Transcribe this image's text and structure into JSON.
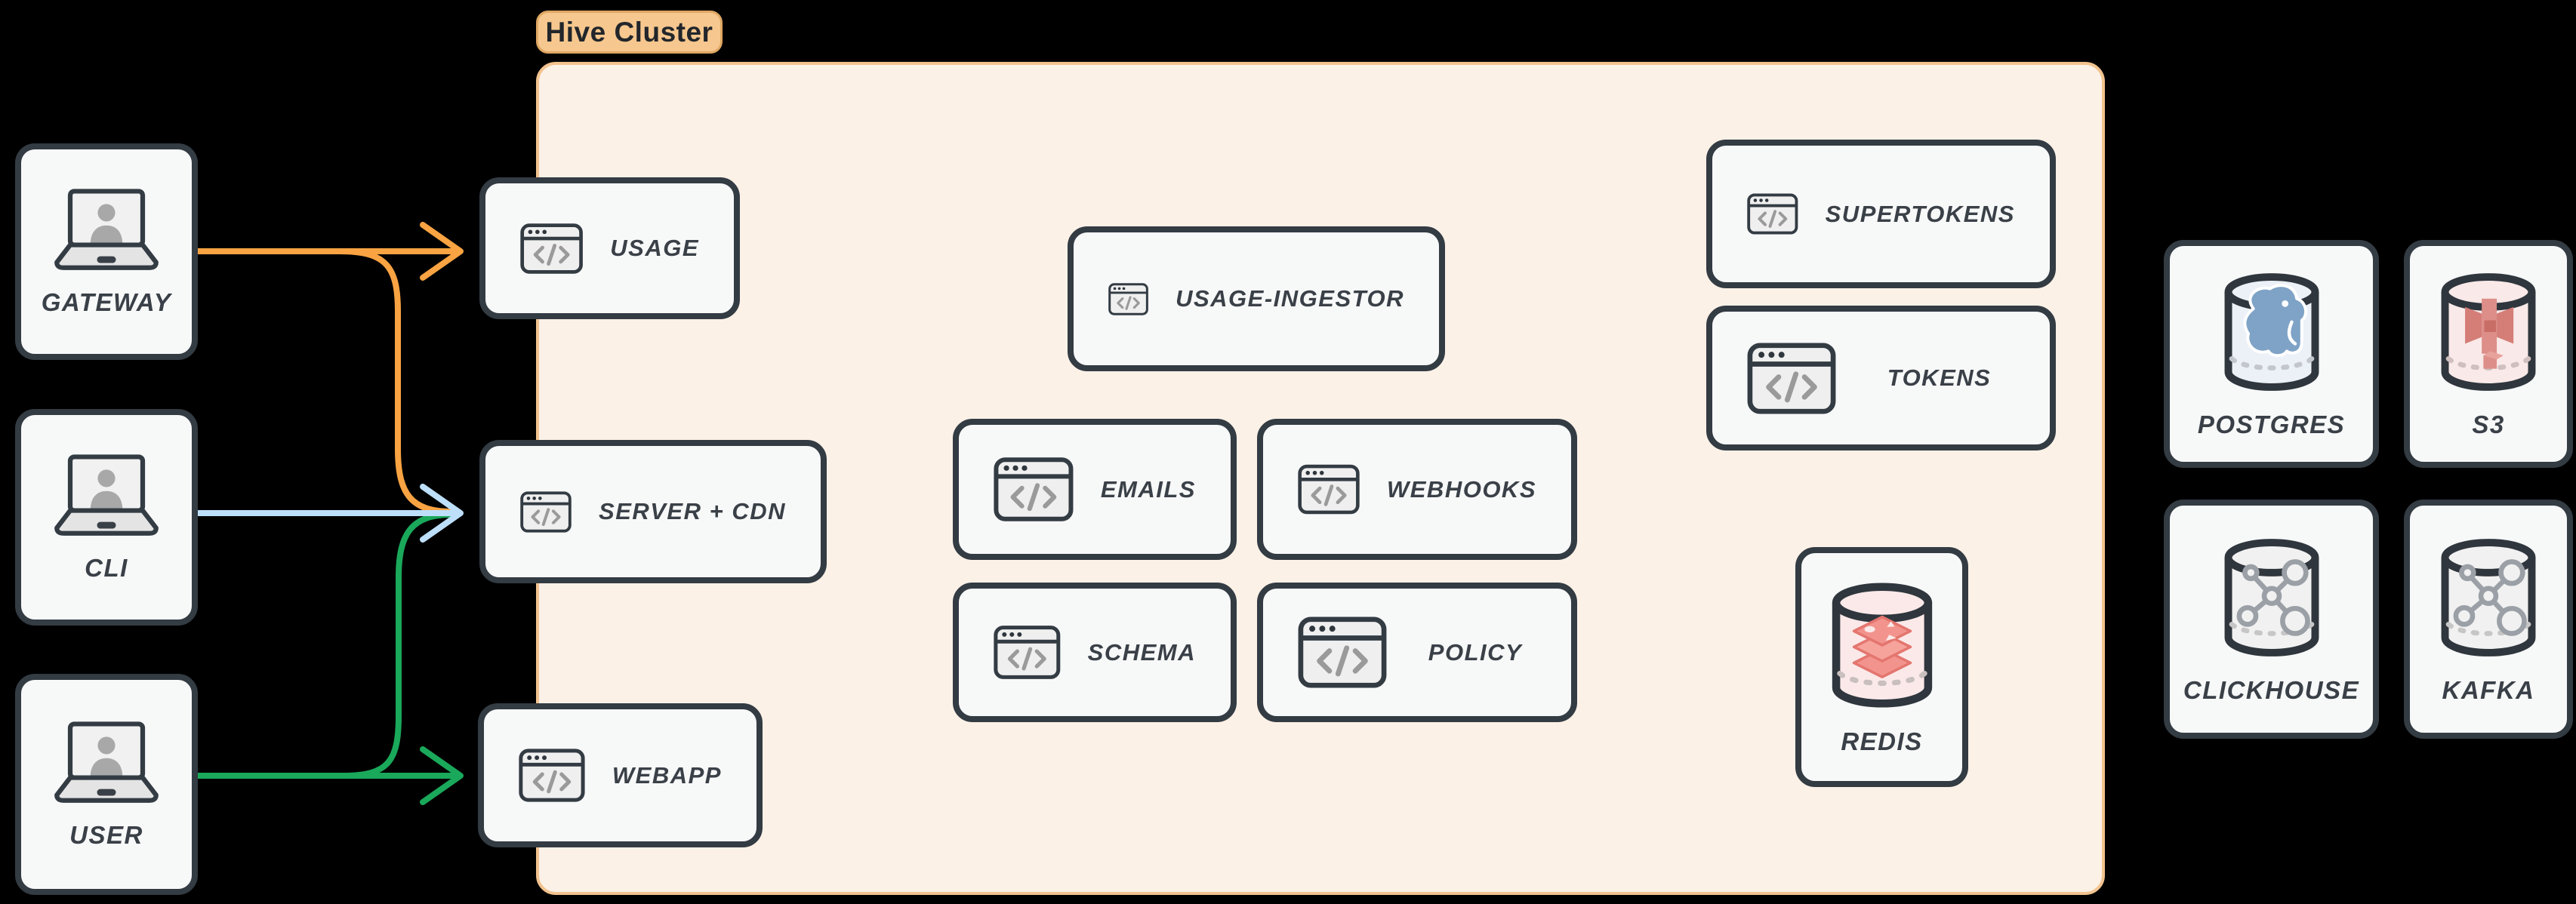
{
  "cluster": {
    "label": "Hive Cluster"
  },
  "clients": [
    {
      "id": "gateway",
      "label": "GATEWAY"
    },
    {
      "id": "cli",
      "label": "CLI"
    },
    {
      "id": "user",
      "label": "USER"
    }
  ],
  "services": {
    "usage": {
      "label": "USAGE"
    },
    "server_cdn": {
      "label": "SERVER + CDN"
    },
    "webapp": {
      "label": "WEBAPP"
    },
    "usage_ingestor": {
      "label": "USAGE-INGESTOR"
    },
    "emails": {
      "label": "EMAILS"
    },
    "webhooks": {
      "label": "WEBHOOKS"
    },
    "schema": {
      "label": "SCHEMA"
    },
    "policy": {
      "label": "POLICY"
    },
    "supertokens": {
      "label": "SUPERTOKENS"
    },
    "tokens": {
      "label": "TOKENS"
    },
    "redis": {
      "label": "REDIS"
    }
  },
  "external_stores": {
    "postgres": {
      "label": "POSTGRES"
    },
    "s3": {
      "label": "S3"
    },
    "clickhouse": {
      "label": "CLICKHOUSE"
    },
    "kafka": {
      "label": "KAFKA"
    }
  },
  "edges": [
    {
      "from": "GATEWAY",
      "to": "USAGE",
      "color": "orange"
    },
    {
      "from": "GATEWAY",
      "to": "SERVER + CDN",
      "color": "orange"
    },
    {
      "from": "CLI",
      "to": "SERVER + CDN",
      "color": "blue"
    },
    {
      "from": "USER",
      "to": "SERVER + CDN",
      "color": "green"
    },
    {
      "from": "USER",
      "to": "WEBAPP",
      "color": "green"
    }
  ],
  "colors": {
    "orange": "#F9A342",
    "blue": "#BDDFFA",
    "green": "#1AA85B",
    "ink": "#333B43",
    "box_fill": "#F7F8F8",
    "cluster_fill": "#FCF1E7",
    "cluster_border": "#F2C38F",
    "badge_fill": "#F6C78E",
    "label_text": "#3A4047"
  }
}
